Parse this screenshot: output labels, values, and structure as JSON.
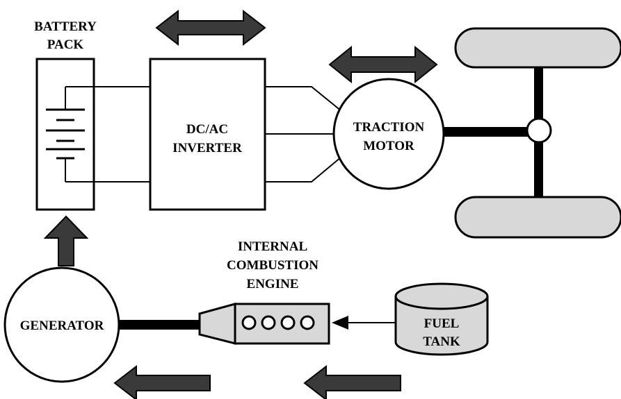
{
  "labels": {
    "battery_line1": "BATTERY",
    "battery_line2": "PACK",
    "inverter_line1": "DC/AC",
    "inverter_line2": "INVERTER",
    "motor_line1": "TRACTION",
    "motor_line2": "MOTOR",
    "engine_line1": "INTERNAL",
    "engine_line2": "COMBUSTION",
    "engine_line3": "ENGINE",
    "generator": "GENERATOR",
    "fuel_line1": "FUEL",
    "fuel_line2": "TANK"
  },
  "colors": {
    "stroke": "#000000",
    "arrow_fill": "#3a3a3a",
    "component_fill": "#d8d8d8",
    "background": "#ffffff"
  }
}
